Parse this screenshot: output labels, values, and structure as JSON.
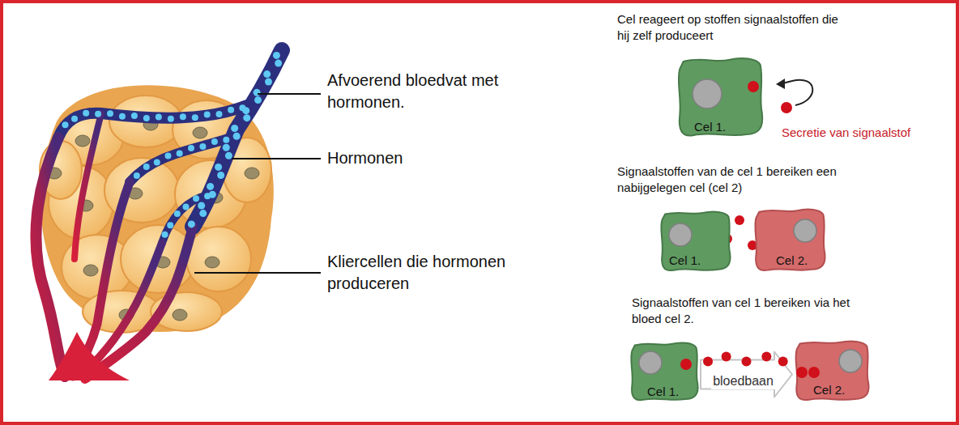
{
  "diagram": {
    "nodes": [
      {
        "text": [
          "Cel 1."
        ]
      },
      {
        "text": [
          "Cel 1."
        ]
      },
      {
        "text": [
          "Cel 2."
        ]
      },
      {
        "text": [
          "Cel 1."
        ]
      },
      {
        "text": [
          "Cel 2."
        ]
      }
    ],
    "edges": [
      {
        "from": 3,
        "to": 4,
        "label": "bloedbaan",
        "arrow": "to"
      }
    ],
    "labels": [
      "Afvoerend bloedvat met hormonen.",
      "Hormonen",
      "Kliercellen die hormonen produceren",
      "Cel reageert op stoffen signaalstoffen die hij zelf produceert",
      "Secretie van signaalstof",
      "Signaalstoffen van de cel 1 bereiken een nabijgelegen cel (cel 2)",
      "Signaalstoffen van cel 1 bereiken via het bloed cel 2."
    ]
  }
}
